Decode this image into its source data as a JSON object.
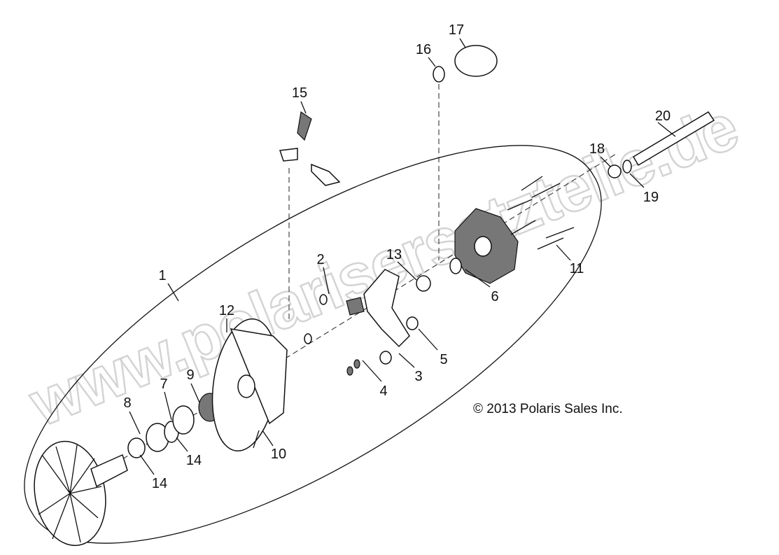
{
  "diagram": {
    "callouts": [
      "1",
      "2",
      "3",
      "4",
      "5",
      "6",
      "7",
      "8",
      "9",
      "10",
      "11",
      "12",
      "13",
      "14",
      "14",
      "15",
      "16",
      "17",
      "18",
      "19",
      "20"
    ],
    "copyright": "© 2013 Polaris Sales Inc.",
    "watermark": "www.polarisersatzteile.de"
  }
}
